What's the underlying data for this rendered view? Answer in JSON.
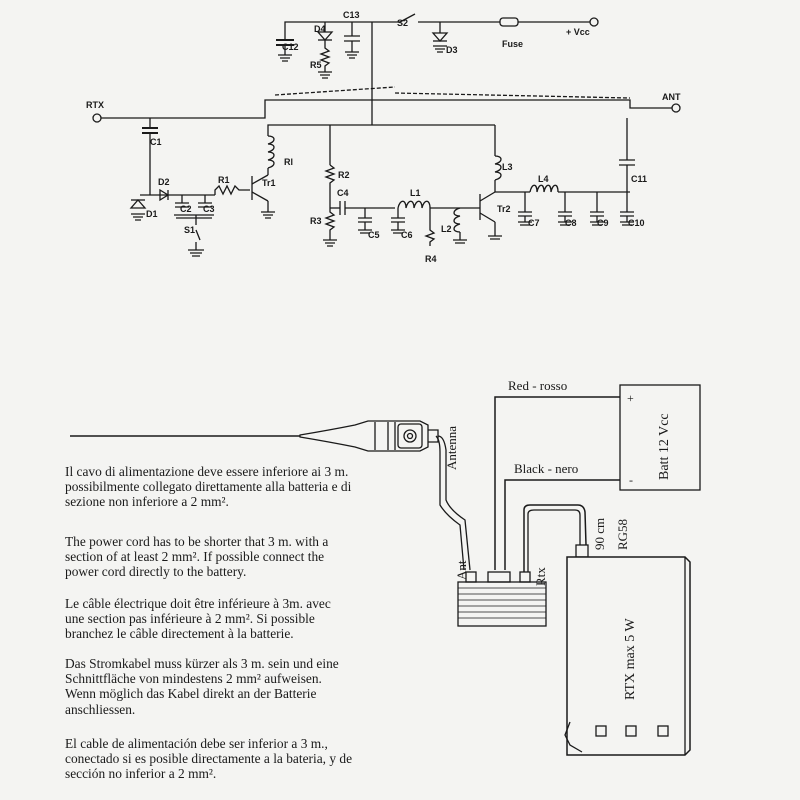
{
  "schematic": {
    "labels": {
      "rtx": "RTX",
      "ant": "ANT",
      "vcc": "+ Vcc",
      "fuse": "Fuse",
      "c1": "C1",
      "c2": "C2",
      "c3": "C3",
      "c4": "C4",
      "c5": "C5",
      "c6": "C6",
      "c7": "C7",
      "c8": "C8",
      "c9": "C9",
      "c10": "C10",
      "c11": "C11",
      "c12": "C12",
      "c13": "C13",
      "d1": "D1",
      "d2": "D2",
      "d3": "D3",
      "d4": "D4",
      "r1": "R1",
      "r2": "R2",
      "r3": "R3",
      "r4": "R4",
      "r5": "R5",
      "l1": "L1",
      "l2": "L2",
      "l3": "L3",
      "l4": "L4",
      "rl": "Rl",
      "tr1": "Tr1",
      "tr2": "Tr2",
      "s1": "S1",
      "s2": "S2"
    }
  },
  "wiring": {
    "red_label": "Red - rosso",
    "black_label": "Black - nero",
    "battery_label": "Batt 12 Vcc",
    "plus": "+",
    "minus": "-",
    "antenna_label": "Antenna",
    "ant_label": "Ant",
    "rtx_label": "Rtx",
    "cable_length": "90 cm",
    "cable_type": "RG58",
    "radio_label": "RTX max 5 W"
  },
  "instructions": [
    {
      "lines": [
        "Il cavo di alimentazione deve essere inferiore ai 3 m.",
        "possibilmente collegato direttamente alla batteria e di",
        "sezione non inferiore a 2 mm²."
      ]
    },
    {
      "lines": [
        "The power cord has to be shorter that 3 m. with a",
        "section of at least 2 mm². If possible connect the",
        "power cord directly to the battery."
      ]
    },
    {
      "lines": [
        "Le câble électrique doit être inférieure à 3m. avec",
        "une section pas inférieure à 2 mm². Si possible",
        "branchez le câble directement à la batterie."
      ]
    },
    {
      "lines": [
        "Das Stromkabel muss kürzer als 3 m. sein und eine",
        "Schnittfläche von mindestens 2 mm² aufweisen.",
        "Wenn möglich das Kabel direkt an der Batterie",
        "anschliessen."
      ]
    },
    {
      "lines": [
        "El cable de alimentación debe ser inferior a 3 m.,",
        "conectado si es posible directamente a la bateria, y de",
        "sección no inferior a 2 mm²."
      ]
    }
  ]
}
